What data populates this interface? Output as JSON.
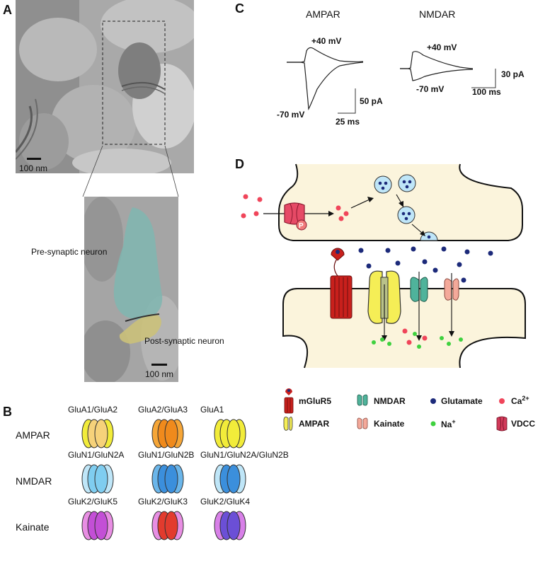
{
  "panels": {
    "a": "A",
    "b": "B",
    "c": "C",
    "d": "D"
  },
  "panel_a": {
    "scale_top": "100 nm",
    "scale_bottom": "100 nm",
    "pre_label": "Pre-synaptic neuron",
    "post_label": "Post-synaptic neuron"
  },
  "panel_b": {
    "rows": [
      {
        "name": "AMPAR",
        "subunits": [
          {
            "label": "GluA1/GluA2",
            "outer": "#f2ec3a",
            "inner": "#f6d27a"
          },
          {
            "label": "GluA2/GluA3",
            "outer": "#f6a637",
            "inner": "#f08a1c"
          },
          {
            "label": "GluA1",
            "outer": "#f2ec3a",
            "inner": "#f2ec3a"
          }
        ]
      },
      {
        "name": "NMDAR",
        "subunits": [
          {
            "label": "GluN1/GluN2A",
            "outer": "#bfe6f8",
            "inner": "#7fcdf0"
          },
          {
            "label": "GluN1/GluN2B",
            "outer": "#6bb6ea",
            "inner": "#3b8fdc"
          },
          {
            "label": "GluN1/GluN2A/GluN2B",
            "outer": "#bfe6f8",
            "inner": "#3b8fdc"
          }
        ]
      },
      {
        "name": "Kainate",
        "subunits": [
          {
            "label": "GluK2/GluK5",
            "outer": "#e88ee3",
            "inner": "#c34fd6"
          },
          {
            "label": "GluK2/GluK3",
            "outer": "#e88ee3",
            "inner": "#e23b2e"
          },
          {
            "label": "GluK2/GluK4",
            "outer": "#d880e8",
            "inner": "#6b4fd6"
          }
        ]
      }
    ]
  },
  "panel_c": {
    "ampar_title": "AMPAR",
    "nmdar_title": "NMDAR",
    "ampar_plus": "+40 mV",
    "ampar_minus": "-70 mV",
    "nmdar_plus": "+40 mV",
    "nmdar_minus": "-70 mV",
    "ampar_scale_y": "50 pA",
    "ampar_scale_x": "25 ms",
    "nmdar_scale_y": "30 pA",
    "nmdar_scale_x": "100 ms"
  },
  "panel_d": {
    "phospho_label": "P",
    "legend": [
      {
        "key": "mglur5",
        "label": "mGluR5"
      },
      {
        "key": "nmdar",
        "label": "NMDAR"
      },
      {
        "key": "glutamate",
        "label": "Glutamate"
      },
      {
        "key": "ca",
        "label": "Ca",
        "sup": "2+"
      },
      {
        "key": "ampar",
        "label": "AMPAR"
      },
      {
        "key": "kainate",
        "label": "Kainate"
      },
      {
        "key": "na",
        "label": "Na",
        "sup": "+"
      },
      {
        "key": "vdcc",
        "label": "VDCC"
      }
    ]
  },
  "colors": {
    "cell_fill": "#fbf4dc",
    "vesicle": "#bfe6f8",
    "glutamate": "#1c2a7a",
    "calcium": "#f0455a",
    "sodium": "#3fd13f",
    "mglur5": "#c8201c",
    "ampar": "#f5ee56",
    "nmdar": "#4fb39b",
    "kainate": "#f4a99a",
    "vdcc": "#d23a5a"
  }
}
